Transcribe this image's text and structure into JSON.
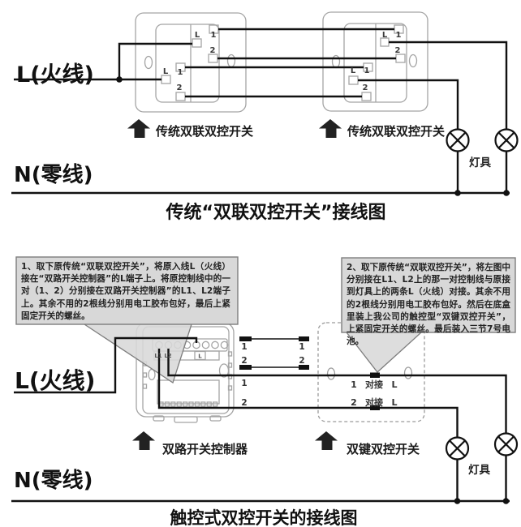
{
  "top": {
    "live_label": "L(火线)",
    "neutral_label": "N(零线)",
    "lamp_label": "灯具",
    "switch1_label": "传统双联双控开关",
    "switch2_label": "传统双联双控开关",
    "caption": "传统“双联双控开关”接线图",
    "terminals": {
      "l": "L",
      "one": "1",
      "two": "2"
    }
  },
  "bottom": {
    "note1": "1、取下原传统“双联双控开关”，将原入线L（火线）接在“双路开关控制器”的L端子上。将原控制线中的一对（1、2）分别接在双路开关控制器”的L1、L2端子上。其余不用的2根线分别用电工胶布包好，最后上紧固定开关的螺丝。",
    "note2": "2、取下原传统“双联双控开关”，将左图中分别接在L1、L2上的那一对控制线与原接到灯具上的两条L（火线）对接。其余不用的2根线分别用电工胶布包好。然后在底盒里装上我公司的触控型“双键双控开关”，上紧固定开关的螺丝。最后装入三节7号电池。",
    "live_label": "L(火线)",
    "neutral_label": "N(零线)",
    "lamp_label": "灯具",
    "controller_label": "双路开关控制器",
    "switch_label": "双键双控开关",
    "caption": "触控式双控开关的接线图",
    "controller_terminals": {
      "l1": "L1",
      "l2": "L2",
      "l": "L"
    },
    "wire_labels": {
      "one": "1",
      "two": "2",
      "joint": "对接",
      "l": "L"
    }
  }
}
